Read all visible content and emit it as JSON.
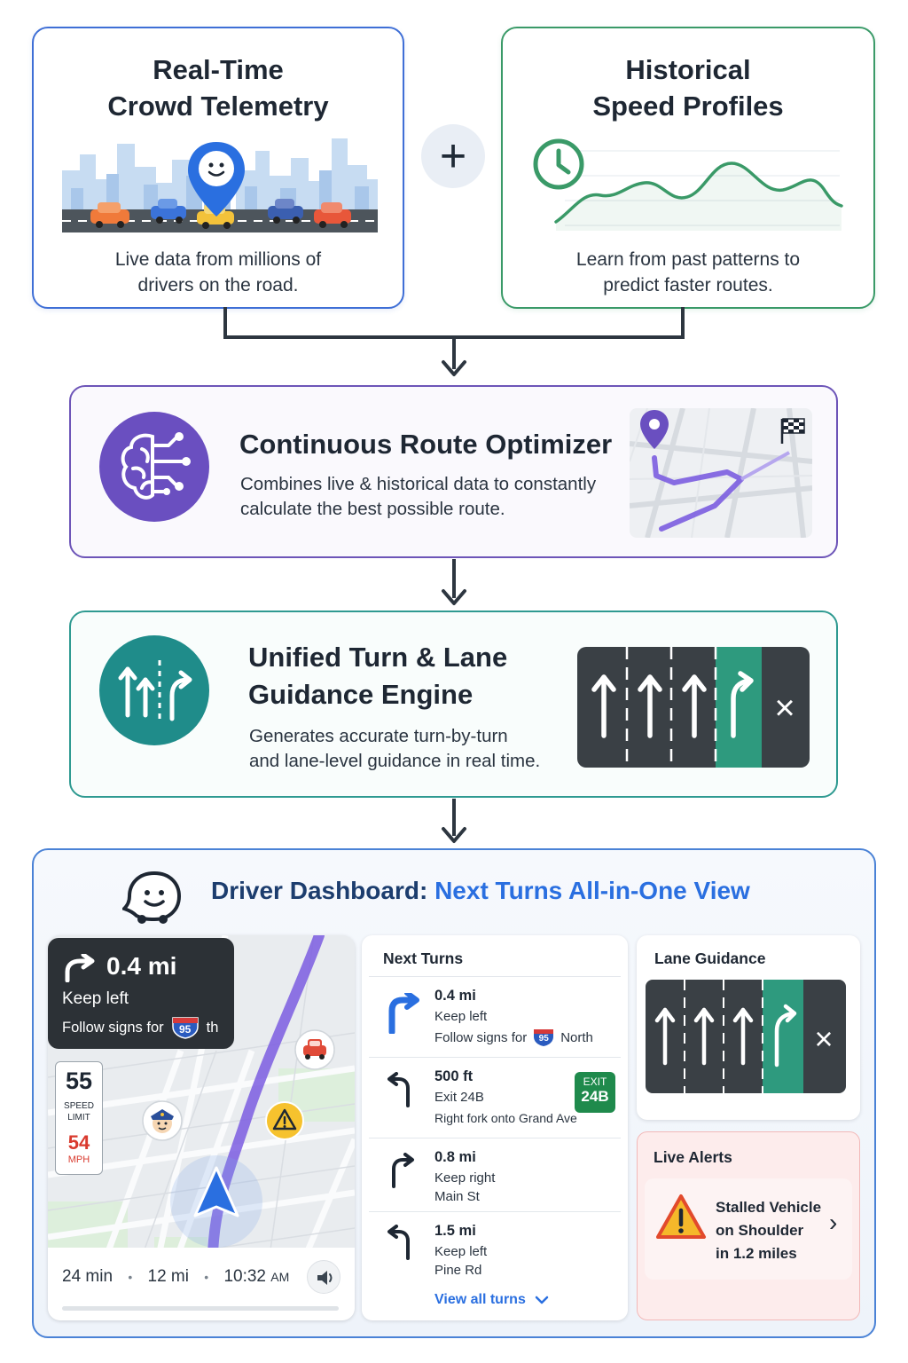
{
  "telemetry": {
    "title_line1": "Real-Time",
    "title_line2": "Crowd Telemetry",
    "desc_line1": "Live data from millions of",
    "desc_line2": "drivers on the road."
  },
  "plus_symbol": "+",
  "history": {
    "title_line1": "Historical",
    "title_line2": "Speed Profiles",
    "desc_line1": "Learn from past patterns to",
    "desc_line2": "predict faster routes."
  },
  "optimizer": {
    "title": "Continuous Route Optimizer",
    "desc_line1": "Combines live & historical data to constantly",
    "desc_line2": "calculate the best possible route."
  },
  "guidance": {
    "title_line1": "Unified Turn & Lane",
    "title_line2": "Guidance Engine",
    "desc_line1": "Generates accurate turn-by-turn",
    "desc_line2": "and lane-level guidance in real time."
  },
  "dashboard": {
    "title_main": "Driver Dashboard:",
    "title_accent": " Next Turns All-in-One View",
    "banner": {
      "distance": "0.4 mi",
      "instruction": "Keep left",
      "follow_prefix": "Follow signs for",
      "shield": "95",
      "follow_suffix": "th"
    },
    "speed": {
      "limit": "55",
      "limit_label1": "SPEED",
      "limit_label2": "LIMIT",
      "current": "54",
      "unit": "MPH"
    },
    "eta": {
      "time": "24 min",
      "distance": "12 mi",
      "arrival": "10:32",
      "ampm": "AM",
      "sep": "•"
    },
    "next_turns": {
      "title": "Next Turns",
      "items": [
        {
          "distance": "0.4 mi",
          "line1": "Keep left",
          "line2_prefix": "Follow signs for",
          "shield": "95",
          "line2_suffix": "North"
        },
        {
          "distance": "500 ft",
          "line1": "Exit 24B",
          "line2": "Right fork onto Grand Ave",
          "exit_label": "EXIT",
          "exit_num": "24B"
        },
        {
          "distance": "0.8 mi",
          "line1": "Keep right",
          "line2": "Main St"
        },
        {
          "distance": "1.5 mi",
          "line1": "Keep left",
          "line2": "Pine Rd"
        }
      ],
      "view_all": "View all turns"
    },
    "lane_guidance": {
      "title": "Lane Guidance",
      "close_symbol": "×"
    },
    "live_alerts": {
      "title": "Live Alerts",
      "alert_line1": "Stalled Vehicle",
      "alert_line2": "on Shoulder",
      "alert_line3": "in 1.2 miles",
      "chevron": "›"
    }
  },
  "guidance_lane_close": "×",
  "colors": {
    "blue": "#3f6fd6",
    "green": "#3a9a68",
    "purple": "#6d55b8",
    "teal": "#2f9a91",
    "lane_dark": "#3a4045",
    "lane_green": "#2e9a7e",
    "route_purple": "#7b5de0"
  }
}
